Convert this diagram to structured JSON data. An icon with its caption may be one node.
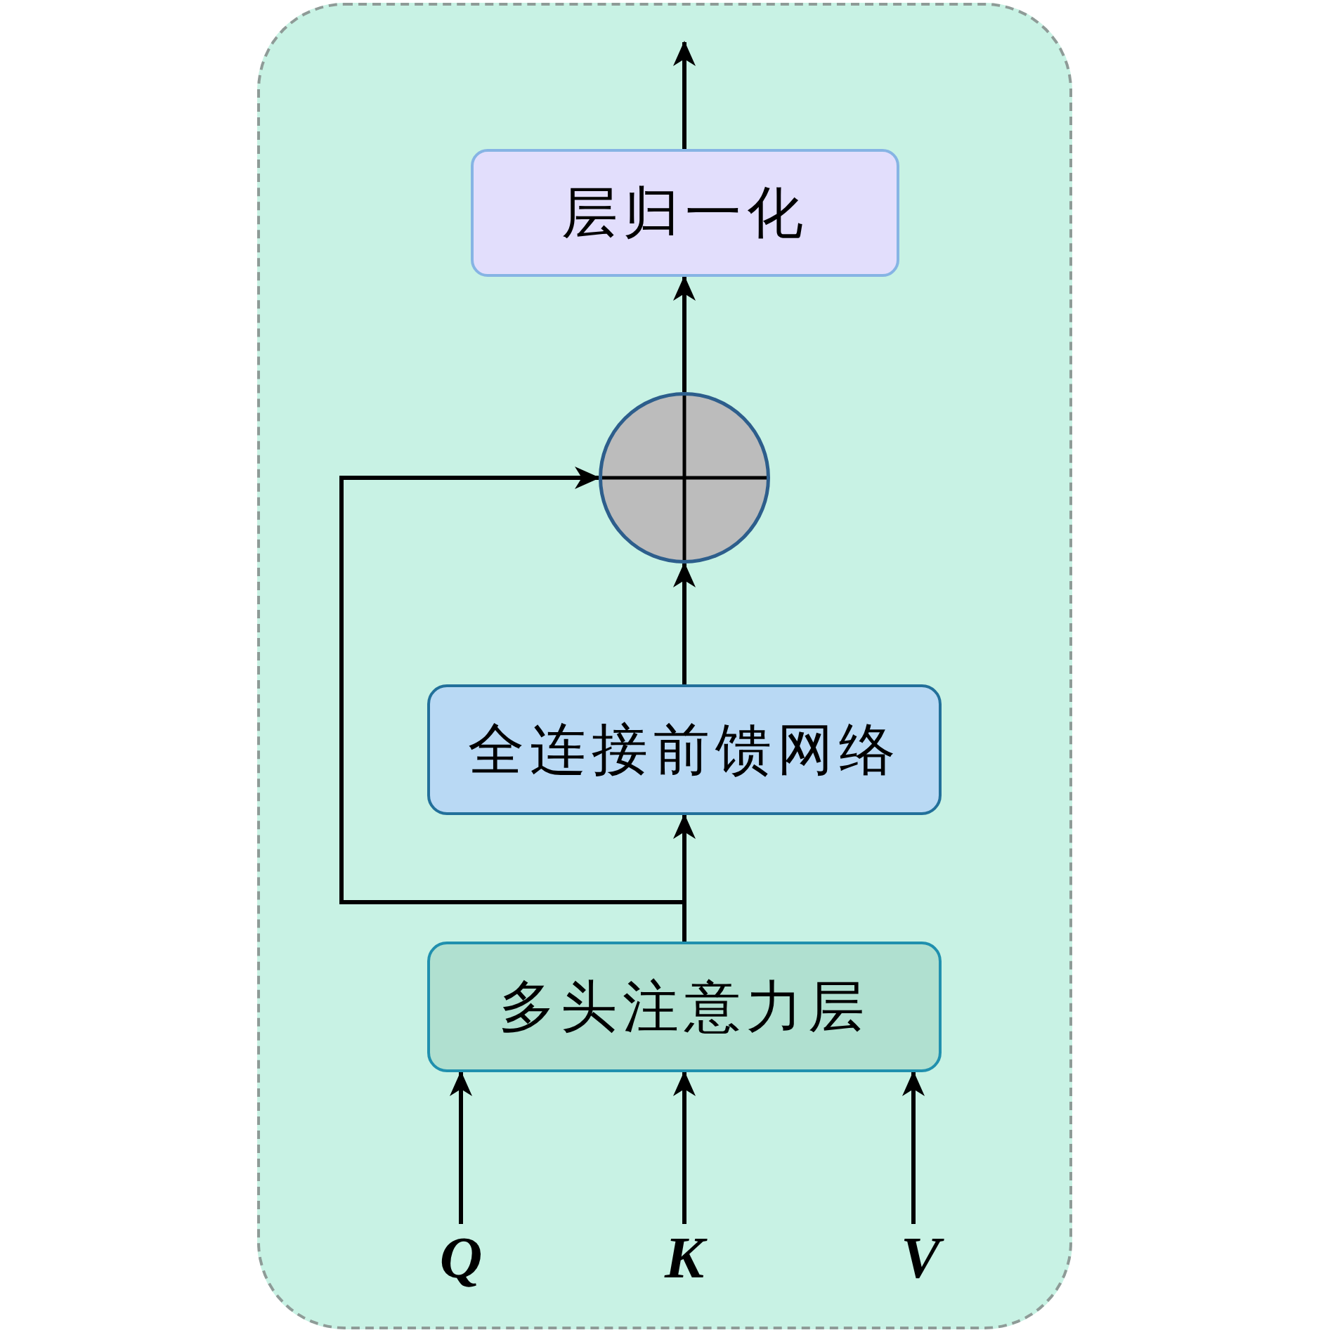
{
  "diagram": {
    "nodes": [
      {
        "text": [],
        "shape": "box"
      },
      {
        "text": [
          "层归一化"
        ],
        "in": 0
      },
      {
        "text": [],
        "shape": "circle",
        "in": 0
      },
      {
        "text": [
          "全连接前馈网络"
        ],
        "in": 0
      },
      {
        "text": [
          "多头注意力层"
        ],
        "in": 0
      },
      {
        "text": [
          "Q"
        ],
        "in": 0
      },
      {
        "text": [
          "K"
        ],
        "in": 0
      },
      {
        "text": [
          "V"
        ],
        "in": 0
      }
    ],
    "edges": [
      {
        "from": 5,
        "to": 4,
        "arrow": "to"
      },
      {
        "from": 6,
        "to": 4,
        "arrow": "to"
      },
      {
        "from": 7,
        "to": 4,
        "arrow": "to"
      },
      {
        "from": 4,
        "to": 3,
        "arrow": "to"
      },
      {
        "from": 4,
        "to": 2,
        "arrow": "to"
      },
      {
        "from": 3,
        "to": 2,
        "arrow": "to"
      },
      {
        "from": 2,
        "to": 1,
        "arrow": "to"
      },
      {
        "from": 1,
        "to": null,
        "arrow": "to"
      }
    ]
  }
}
